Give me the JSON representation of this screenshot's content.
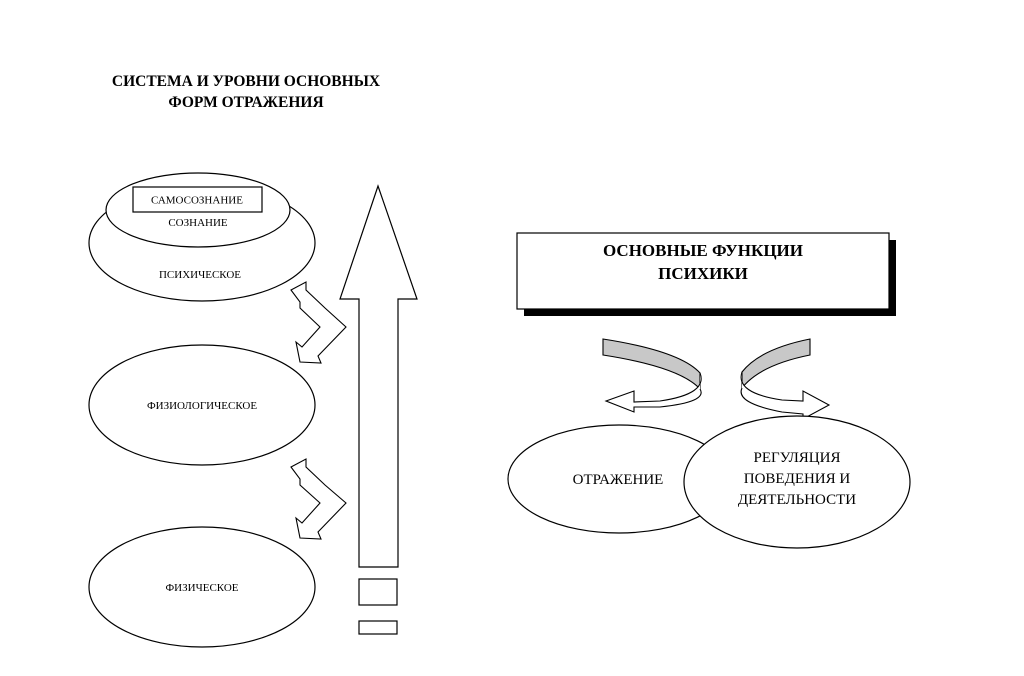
{
  "title": {
    "line1": "СИСТЕМА И УРОВНИ ОСНОВНЫХ",
    "line2": "ФОРМ ОТРАЖЕНИЯ"
  },
  "levels": {
    "self_consciousness": "САМОСОЗНАНИЕ",
    "consciousness": "СОЗНАНИЕ",
    "psychic": "ПСИХИЧЕСКОЕ",
    "physiological": "ФИЗИОЛОГИЧЕСКОЕ",
    "physical": "ФИЗИЧЕСКОЕ"
  },
  "functions": {
    "title_line1": "ОСНОВНЫЕ ФУНКЦИИ",
    "title_line2": "ПСИХИКИ",
    "reflection": "ОТРАЖЕНИЕ",
    "regulation_line1": "РЕГУЛЯЦИЯ",
    "regulation_line2": "ПОВЕДЕНИЯ И",
    "regulation_line3": "ДЕЯТЕЛЬНОСТИ"
  },
  "colors": {
    "stroke": "#000000",
    "ribbon_fill": "#c8c8c8",
    "shadow": "#000000",
    "background": "#ffffff"
  }
}
